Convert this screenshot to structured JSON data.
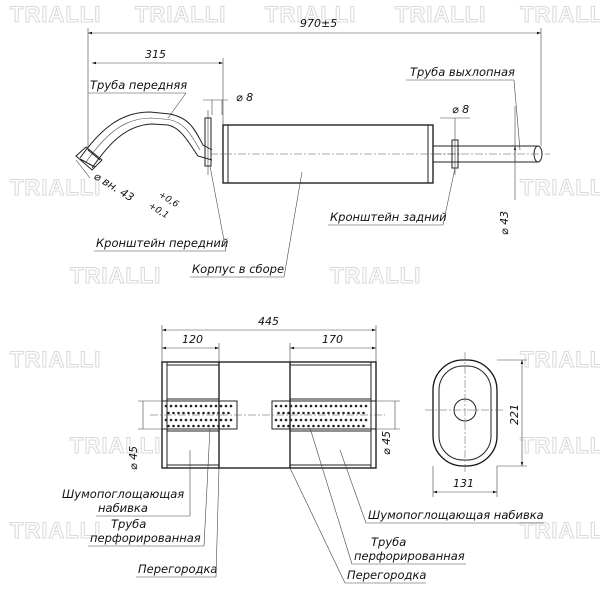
{
  "brand": {
    "watermark": "TRIALLI"
  },
  "top_view": {
    "dim_total_length": "970±5",
    "dim_front_length": "315",
    "dim_bracket_front": "⌀ 8",
    "dim_bracket_rear": "⌀ 8",
    "dim_front_pipe_diameter": "⌀ вн. 43 +0,6 +0,1",
    "dim_front_pipe_d": "⌀ вн. 43",
    "dim_tol_upper": "+0,6",
    "dim_tol_lower": "+0,1",
    "dim_tail_diameter": "⌀ 43",
    "label_front_pipe": "Труба передняя",
    "label_tail_pipe": "Труба выхлопная",
    "label_front_bracket": "Кронштейн передний",
    "label_rear_bracket": "Кронштейн задний",
    "label_body": "Корпус в сборе"
  },
  "section_view": {
    "dim_length": "445",
    "dim_left": "120",
    "dim_right": "170",
    "dim_pipe_left": "⌀ 45",
    "dim_pipe_right": "⌀ 45",
    "label_absorbent_left": "Шумопоглощающая набивка",
    "label_absorbent_left_line1": "Шумопоглощающая",
    "label_absorbent_left_line2": "набивка",
    "label_perf_pipe_left_line1": "Труба",
    "label_perf_pipe_left_line2": "перфорированная",
    "label_baffle_left": "Перегородка",
    "label_absorbent_right": "Шумопоглощающая набивка",
    "label_perf_pipe_right_line1": "Труба",
    "label_perf_pipe_right_line2": "перфорированная",
    "label_baffle_right": "Перегородка"
  },
  "end_view": {
    "dim_height": "221",
    "dim_width": "131"
  }
}
